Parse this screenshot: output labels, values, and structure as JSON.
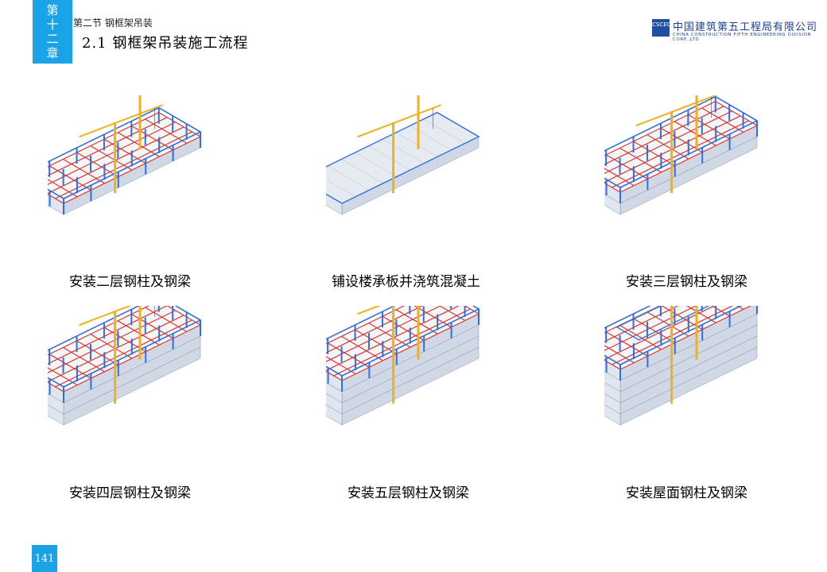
{
  "header": {
    "chapter_chars": [
      "第",
      "十",
      "二",
      "章"
    ],
    "section": "第二节  钢框架吊装",
    "title": "2.1 钢框架吊装施工流程"
  },
  "company": {
    "logo_text": "CSCEC",
    "name_cn": "中国建筑第五工程局有限公司",
    "name_en": "CHINA CONSTRUCTION FIFTH ENGINEERING DIVISION CORP.,LTD"
  },
  "steps": [
    {
      "caption": "安装二层钢柱及钢梁",
      "floors": 1,
      "mode": "steel"
    },
    {
      "caption": "铺设楼承板并浇筑混凝土",
      "floors": 1,
      "mode": "slab"
    },
    {
      "caption": "安装三层钢柱及钢梁",
      "floors": 2,
      "mode": "steel"
    },
    {
      "caption": "安装四层钢柱及钢梁",
      "floors": 3,
      "mode": "steel"
    },
    {
      "caption": "安装五层钢柱及钢梁",
      "floors": 4,
      "mode": "steel"
    },
    {
      "caption": "安装屋面钢柱及钢梁",
      "floors": 5,
      "mode": "roof"
    }
  ],
  "page_number": "141",
  "colors": {
    "accent": "#1aa3e6",
    "beam_red": "#d9382f",
    "column_blue": "#2f6fe0",
    "crane_yellow": "#f2b01e",
    "slab": "#e6ebf2"
  }
}
